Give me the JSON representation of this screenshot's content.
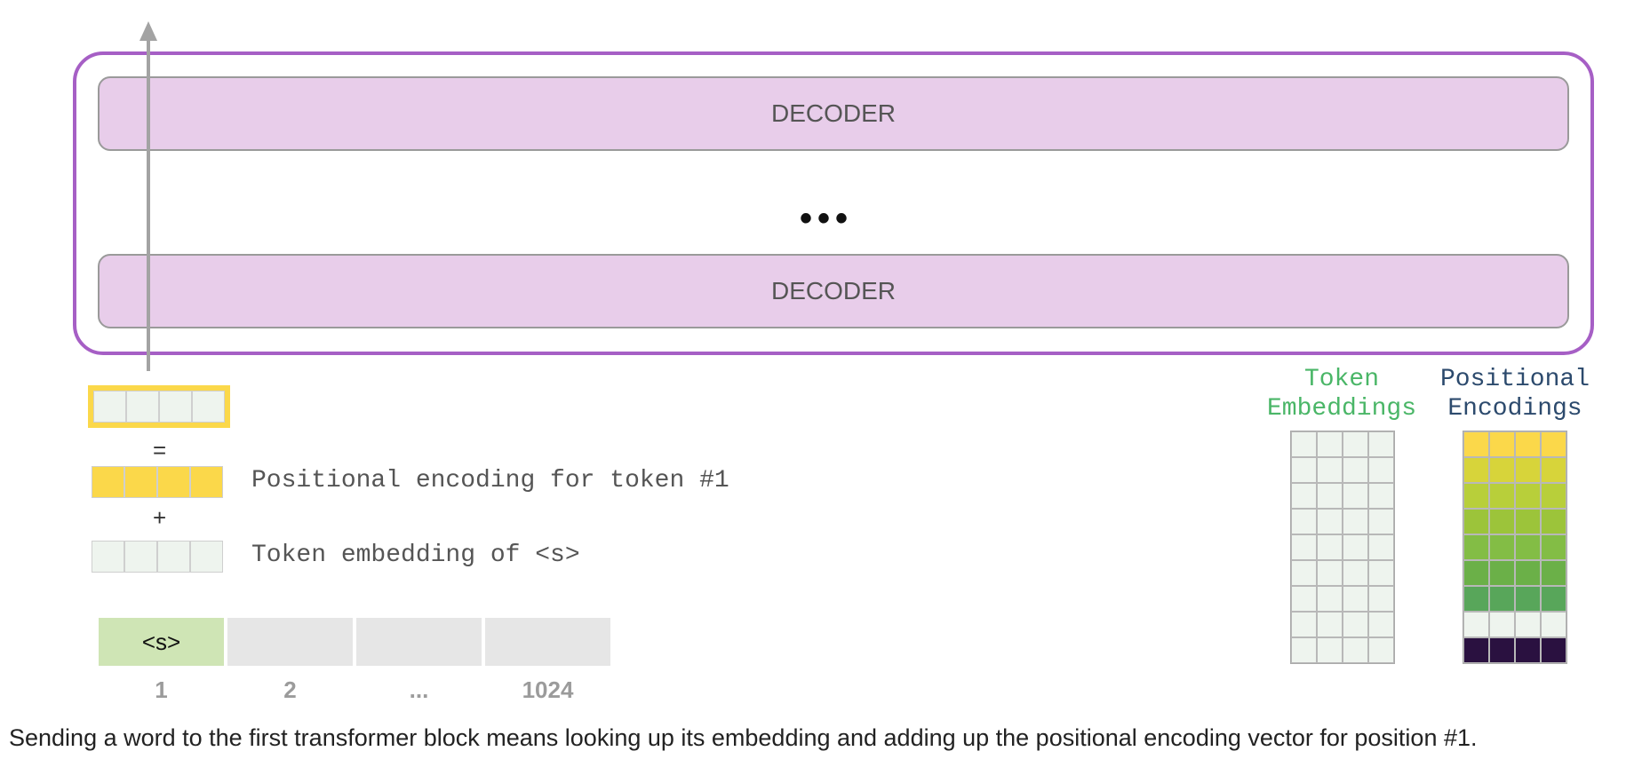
{
  "decoders": [
    {
      "label": "DECODER"
    },
    {
      "label": "DECODER"
    }
  ],
  "stack_ellipsis": "•••",
  "arrow_icon": "up-arrow-icon",
  "equation": {
    "equals": "=",
    "plus": "+",
    "positional_label": "Positional encoding for token #1",
    "token_label": "Token embedding of <s>"
  },
  "sequence": {
    "slots": [
      "<s>",
      "",
      "",
      ""
    ],
    "positions": [
      "1",
      "2",
      "...",
      "1024"
    ]
  },
  "matrices": {
    "token_title": [
      "Token",
      "Embeddings"
    ],
    "positional_title": [
      "Positional",
      "Encodings"
    ]
  },
  "caption": "Sending a word to the first transformer block means looking up its embedding and adding up the positional encoding vector for position #1.",
  "colors": {
    "stack_border": "#a65fc5",
    "decoder_fill": "#e8cdea",
    "result_border": "#fbd84a",
    "positional_fill": "#fbd84a",
    "token_fill": "#eef4ee",
    "token_slot_fill": "#cfe5b5",
    "token_title": "#4ab667",
    "positional_title": "#2c4a6d",
    "positional_rows": [
      "#fbd84a",
      "#d7d43a",
      "#b8cf3a",
      "#9cc43a",
      "#83bd45",
      "#6bb048",
      "#58a65a",
      "#eef4ee",
      "#2a1140"
    ]
  }
}
